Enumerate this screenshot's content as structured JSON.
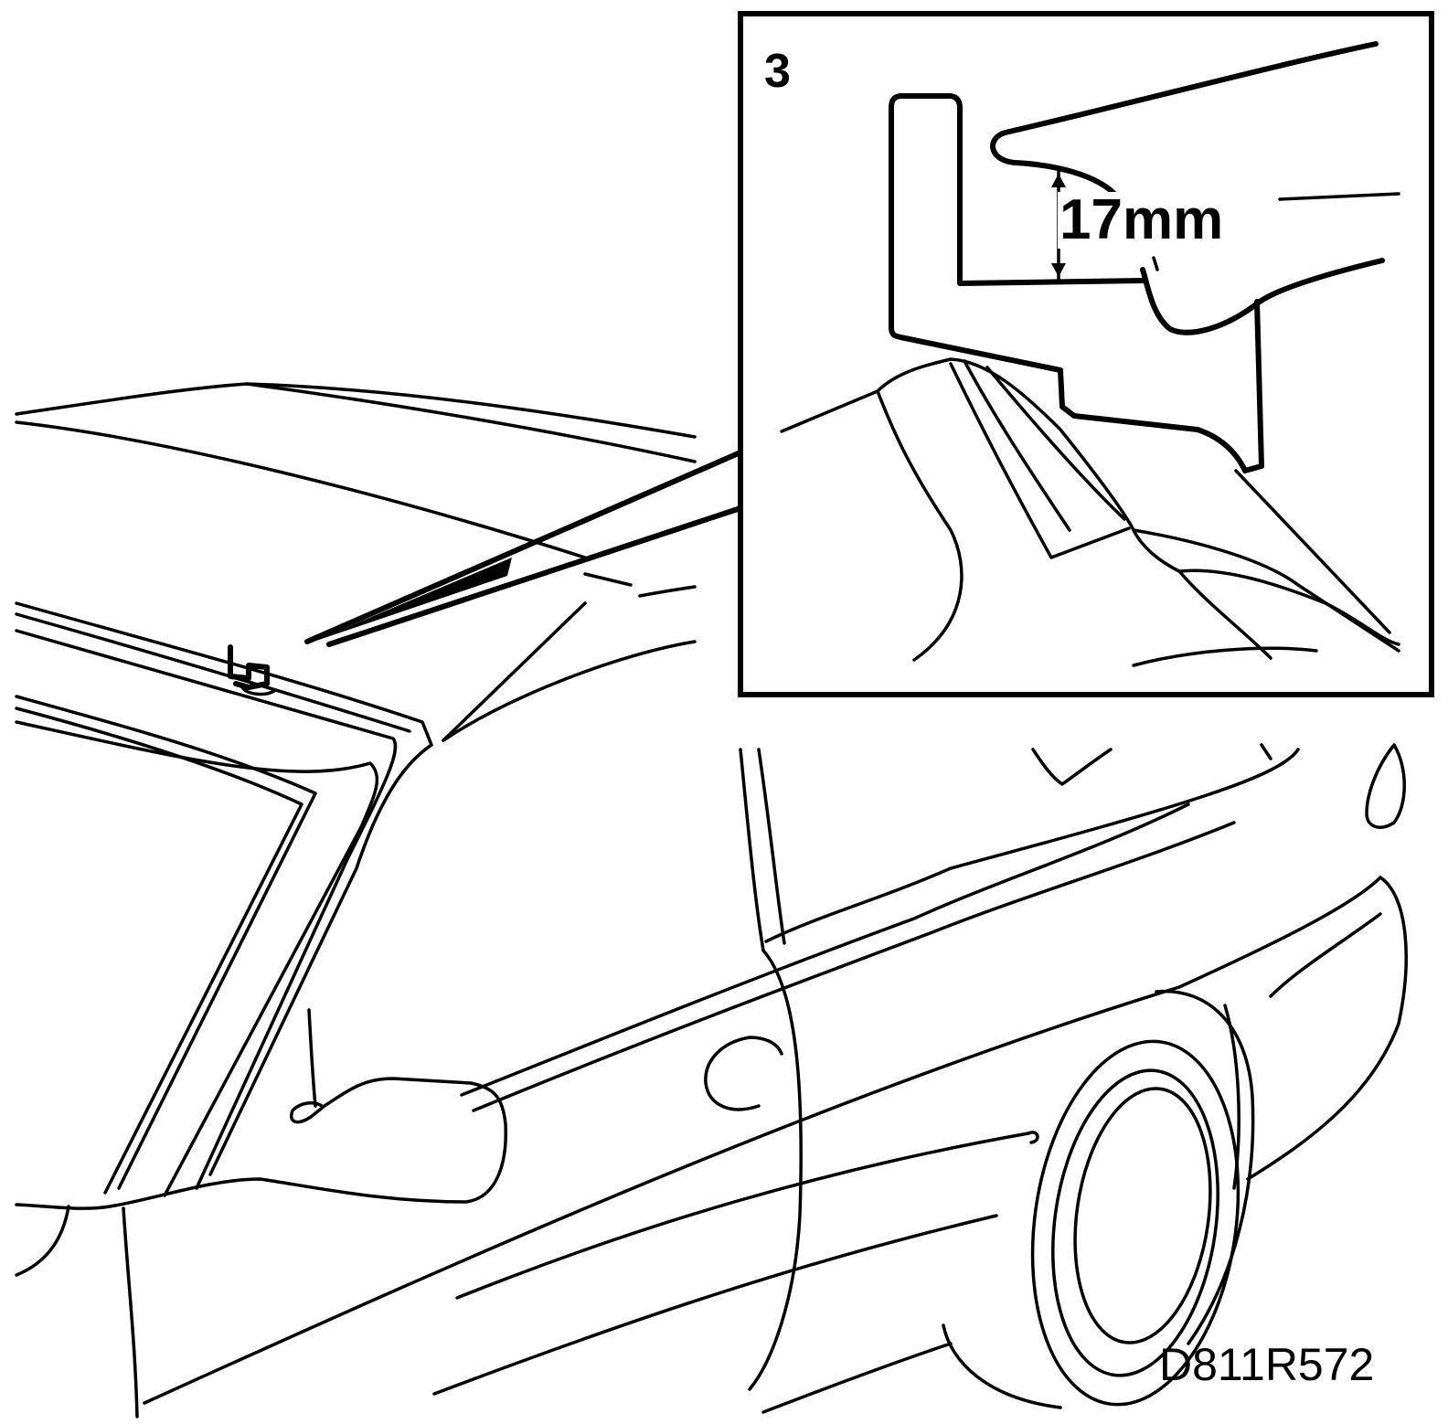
{
  "detail_inset": {
    "step_number": "3",
    "dimension_label": "17mm"
  },
  "figure_code": "D811R572"
}
